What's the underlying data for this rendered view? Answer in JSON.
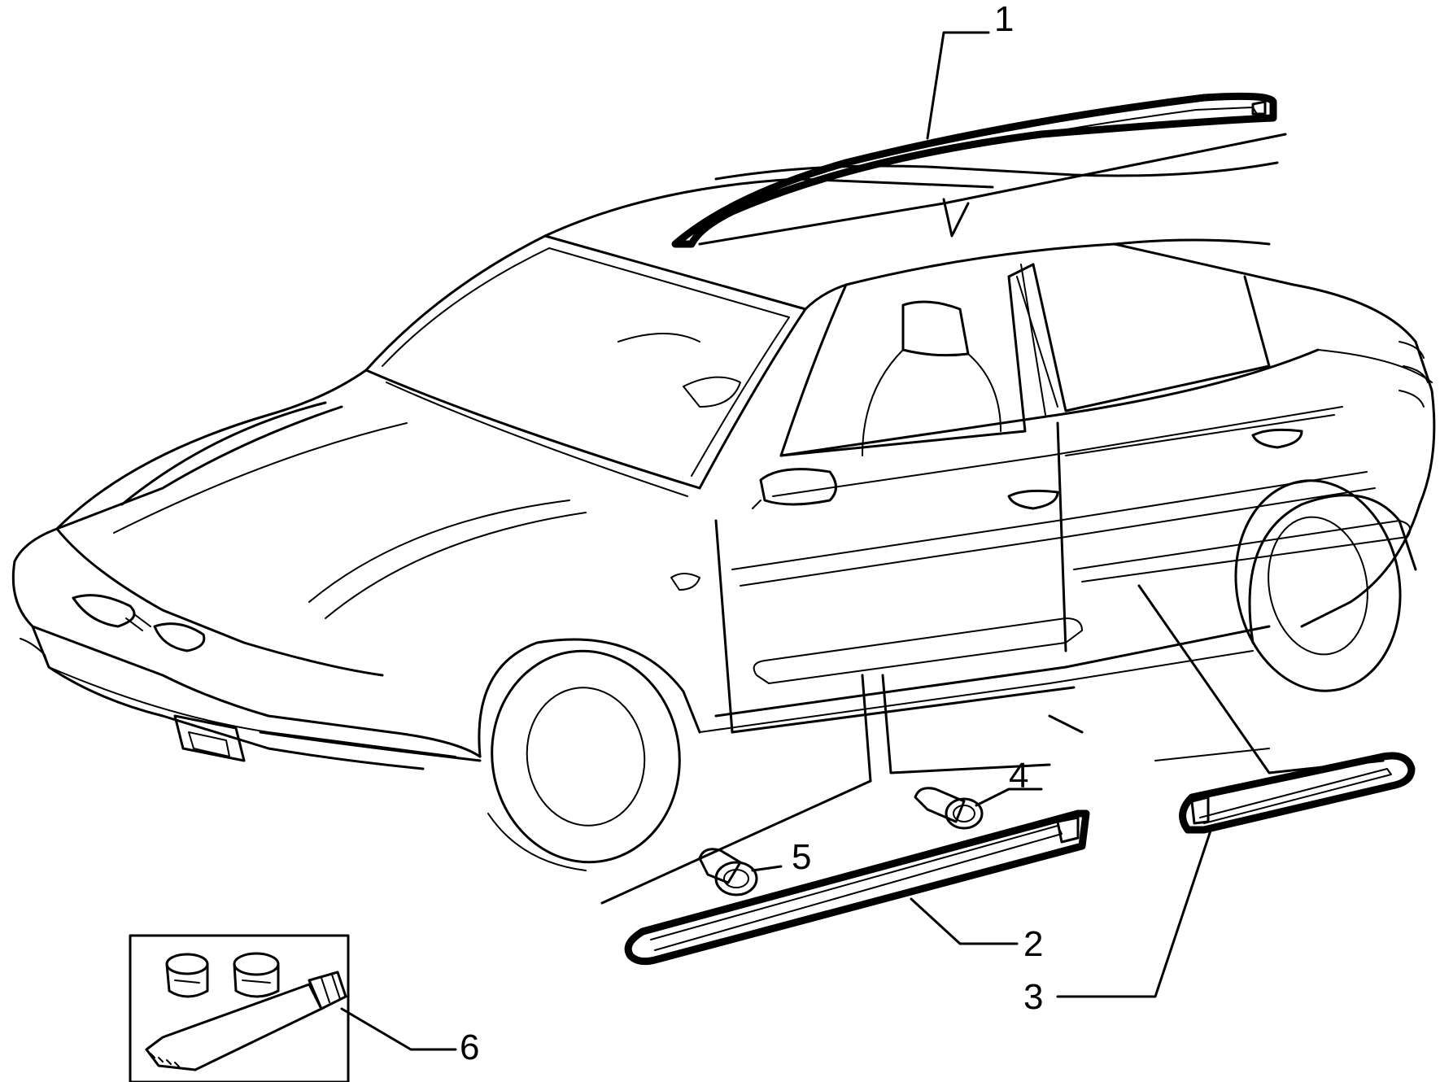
{
  "callouts": {
    "part_1": "1",
    "part_2": "2",
    "part_3": "3",
    "part_4": "4",
    "part_5": "5",
    "part_6": "6"
  },
  "colors": {
    "ink": "#000000",
    "paper": "#ffffff"
  }
}
